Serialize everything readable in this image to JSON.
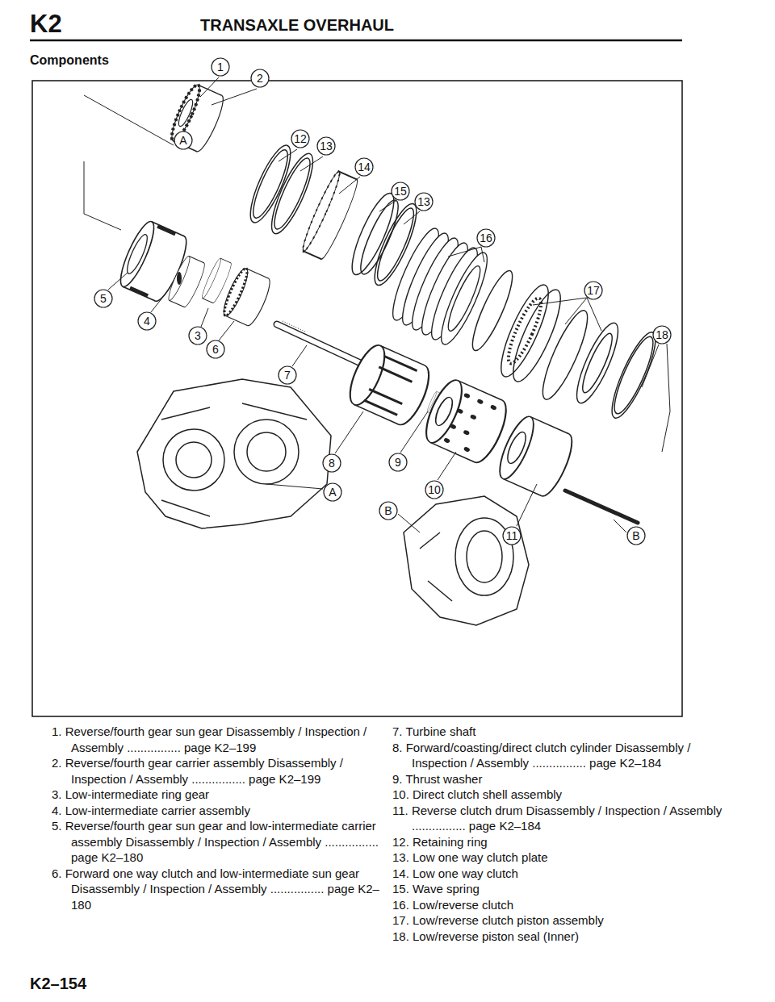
{
  "diagram": {
    "title": "TRANSAXLE OVERHAUL",
    "labels": [
      "K2",
      "Components",
      "1",
      "2",
      "12",
      "13",
      "A",
      "14",
      "15",
      "13",
      "16",
      "5",
      "17",
      "4",
      "3",
      "6",
      "18",
      "7",
      "8",
      "9",
      "10",
      "A",
      "B",
      "11",
      "B",
      "1. Reverse/fourth gear sun gear Disassembly / Inspection / Assembly ................ page K2–199",
      "2. Reverse/fourth gear carrier assembly Disassembly / Inspection / Assembly ................ page K2–199",
      "3. Low-intermediate ring gear",
      "4. Low-intermediate carrier assembly",
      "5. Reverse/fourth gear sun gear and low-intermediate carrier assembly Disassembly / Inspection / Assembly ................ page K2–180",
      "6. Forward one way clutch and low-intermediate sun gear Disassembly / Inspection / Assembly ................ page K2–180",
      "7. Turbine shaft",
      "8. Forward/coasting/direct clutch cylinder Disassembly / Inspection / Assembly ................ page K2–184",
      "9. Thrust washer",
      "10. Direct clutch shell assembly",
      "11. Reverse clutch drum Disassembly / Inspection / Assembly ................ page K2–184",
      "12. Retaining ring",
      "13. Low one way clutch plate",
      "14. Low one way clutch",
      "15. Wave spring",
      "16. Low/reverse clutch",
      "17. Low/reverse clutch piston assembly",
      "18. Low/reverse piston seal (Inner)",
      "K2–154"
    ]
  }
}
